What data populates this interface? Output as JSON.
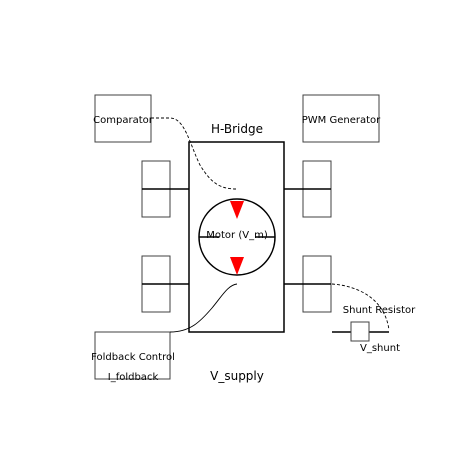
{
  "labels": {
    "hbridge": "H-Bridge",
    "motor": "Motor (V_m)",
    "comparator": "Comparator",
    "pwm": "PWM Generator",
    "shunt": "Shunt Resistor",
    "vshunt": "V_shunt",
    "foldback_title": "Foldback Control",
    "foldback_sub": "I_foldback",
    "vsupply": "V_supply"
  },
  "colors": {
    "arrow": "#ff0000",
    "box_stroke": "#404040",
    "line": "#000000"
  }
}
